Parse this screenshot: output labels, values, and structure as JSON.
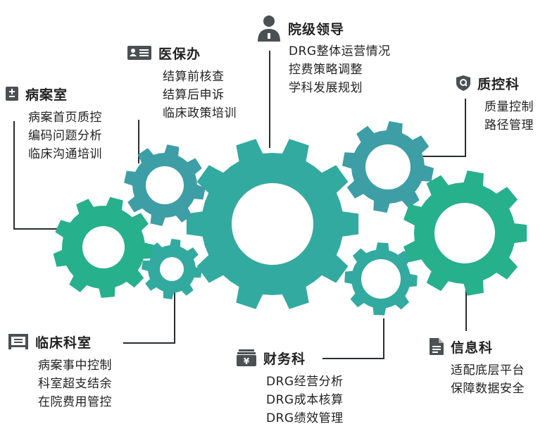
{
  "colors": {
    "teal_dark": "#3d9ea6",
    "teal_mid": "#32aaa0",
    "green": "#26b08c",
    "icon": "#4b5052",
    "line": "#2a2e30"
  },
  "departments": {
    "bingan": {
      "title": "病案室",
      "icon": "plus-minus-icon",
      "items": [
        "病案首页质控",
        "编码问题分析",
        "临床沟通培训"
      ]
    },
    "yibao": {
      "title": "医保办",
      "icon": "id-card-icon",
      "items": [
        "结算前核查",
        "结算后申诉",
        "临床政策培训"
      ]
    },
    "yuanji": {
      "title": "院级领导",
      "icon": "user-tie-icon",
      "items": [
        "DRG整体运营情况",
        "控费策略调整",
        "学科发展规划"
      ]
    },
    "zhikong": {
      "title": "质控科",
      "icon": "shield-q-icon",
      "items": [
        "质量控制",
        "路径管理"
      ]
    },
    "linchuang": {
      "title": "临床科室",
      "icon": "hospital-bed-icon",
      "items": [
        "病案事中控制",
        "科室超支结余",
        "在院费用管控"
      ]
    },
    "caiwu": {
      "title": "财务科",
      "icon": "yuan-cash-icon",
      "items": [
        "DRG经营分析",
        "DRG成本核算",
        "DRG绩效管理"
      ]
    },
    "xinxi": {
      "title": "信息科",
      "icon": "document-icon",
      "items": [
        "适配底层平台",
        "保障数据安全"
      ]
    }
  }
}
